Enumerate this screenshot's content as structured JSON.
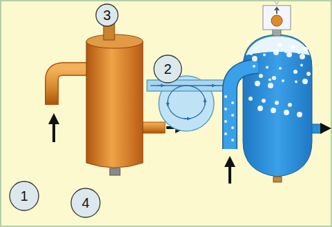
{
  "diagram": {
    "nodes": [
      {
        "text": [
          "3"
        ]
      },
      {
        "text": [
          "2"
        ]
      },
      {
        "text": [
          "1"
        ]
      },
      {
        "text": [
          "4"
        ]
      }
    ]
  }
}
